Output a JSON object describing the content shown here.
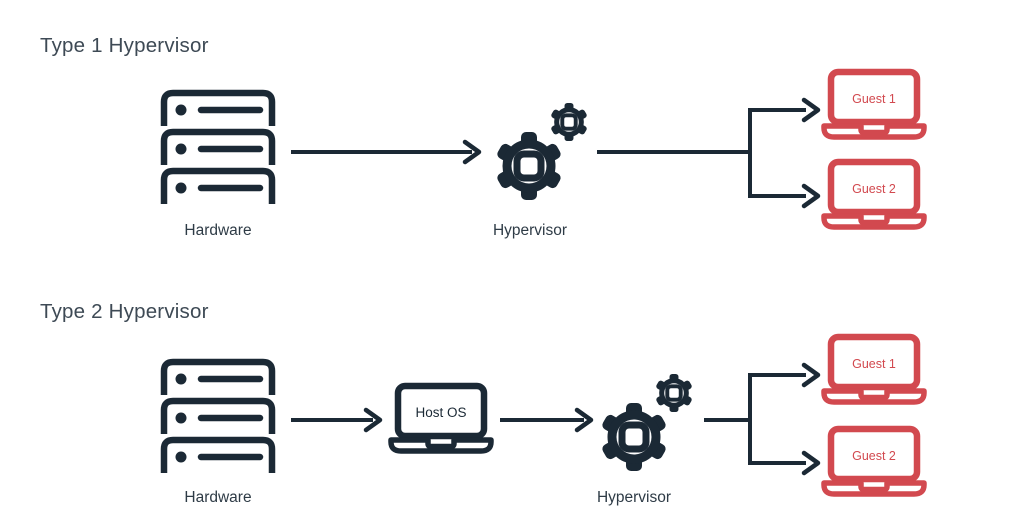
{
  "colors": {
    "ink": "#1b2935",
    "accent_red": "#d2494f",
    "title_text": "#3e4a55",
    "label_text": "#2e3b46",
    "background": "#ffffff"
  },
  "sections": [
    {
      "title": "Type 1 Hypervisor",
      "hardware_label": "Hardware",
      "hypervisor_label": "Hypervisor",
      "guests": [
        {
          "label": "Guest 1"
        },
        {
          "label": "Guest 2"
        }
      ]
    },
    {
      "title": "Type 2 Hypervisor",
      "hardware_label": "Hardware",
      "host_os_label": "Host OS",
      "hypervisor_label": "Hypervisor",
      "guests": [
        {
          "label": "Guest 1"
        },
        {
          "label": "Guest 2"
        }
      ]
    }
  ]
}
